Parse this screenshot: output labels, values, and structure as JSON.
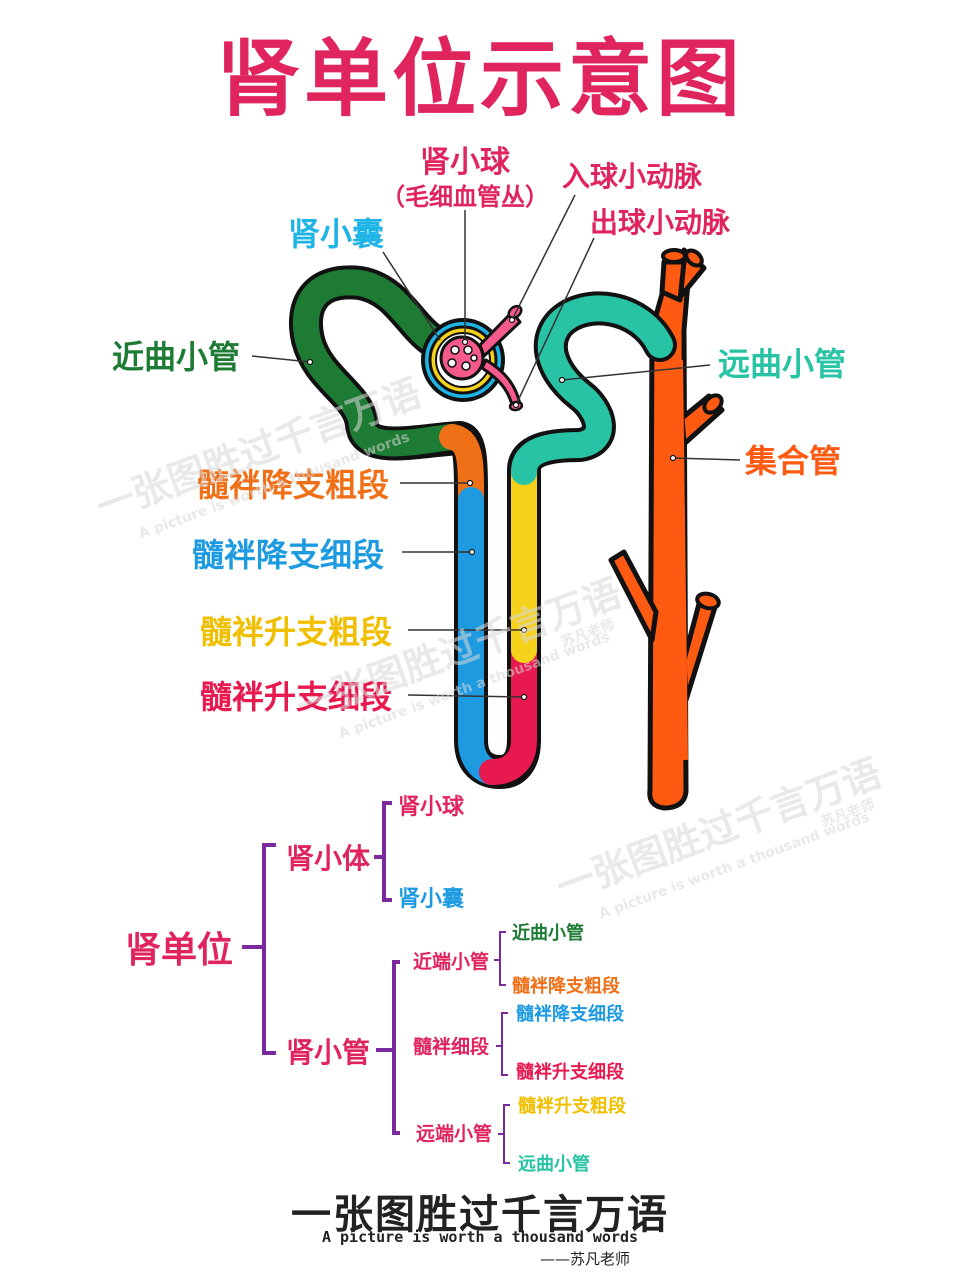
{
  "title": "肾单位示意图",
  "colors": {
    "title": "#E0245E",
    "green": "#1E7B34",
    "orange": "#F07018",
    "blue": "#1E9BE0",
    "yellow": "#F7D21B",
    "red": "#E8194F",
    "teal": "#27C3A4",
    "collect": "#FF5A12",
    "capsule_label": "#1FB4E6",
    "purple": "#7A2A9C",
    "pink": "#F55A8A"
  },
  "labels": {
    "glomerulus": "肾小球",
    "glomerulus_sub": "（毛细血管丛）",
    "afferent": "入球小动脉",
    "efferent": "出球小动脉",
    "capsule": "肾小囊",
    "pct": "近曲小管",
    "dct": "远曲小管",
    "collecting": "集合管",
    "thick_desc": "髓袢降支粗段",
    "thin_desc": "髓袢降支细段",
    "thick_asc": "髓袢升支粗段",
    "thin_asc": "髓袢升支细段"
  },
  "tree": {
    "root": "肾单位",
    "corpuscle": "肾小体",
    "corpuscle_children": [
      "肾小球",
      "肾小囊"
    ],
    "tubule": "肾小管",
    "proximal": "近端小管",
    "proximal_children": [
      "近曲小管",
      "髓袢降支粗段"
    ],
    "thin": "髓袢细段",
    "thin_children": [
      "髓袢降支细段",
      "髓袢升支细段"
    ],
    "distal": "远端小管",
    "distal_children": [
      "髓袢升支粗段",
      "远曲小管"
    ]
  },
  "watermark": {
    "main": "一张图胜过千言万语",
    "sub": "A picture is worth a thousand words",
    "sig": "苏凡老师"
  },
  "footer": {
    "main": "一张图胜过千言万语",
    "sub": "A picture is worth a thousand words",
    "sig": "——苏凡老师"
  }
}
